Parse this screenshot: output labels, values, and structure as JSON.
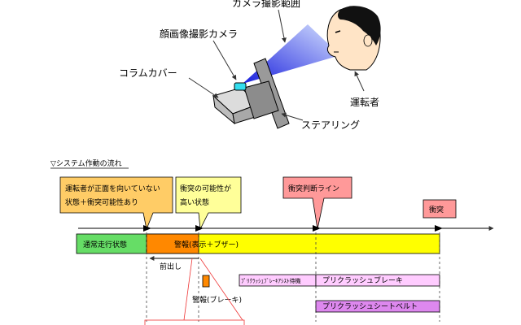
{
  "illustration": {
    "camera_range_label": "カメラ撮影範囲",
    "face_camera_label": "顔画像撮影カメラ",
    "column_cover_label": "コラムカバー",
    "driver_label": "運転者",
    "steering_label": "ステアリング"
  },
  "flow": {
    "title": "▽システム作動の流れ",
    "callouts": {
      "driver_not_facing": [
        "運転者が正面を向いていない",
        "状態＋衝突可能性あり"
      ],
      "collision_possible": [
        "衝突の可能性が",
        "高い状態"
      ],
      "collision_judgment_line": "衝突判断ライン",
      "collision": "衝突"
    },
    "bars": {
      "normal_driving": "通常走行状態",
      "warning": "警報(表示＋ブザー)",
      "brake_assist_standby": "ﾌﾟﾘｸﾗｯｼｭﾌﾞﾚｰｷｱｼｽﾄ待機",
      "precrash_brake": "プリクラッシュブレーキ",
      "precrash_seatbelt": "プリクラッシュシートベルト"
    },
    "annotations": {
      "advance": "前出し",
      "brake_warning": "警報(ブレーキ)"
    }
  },
  "colors": {
    "normal_bar": "#66dd66",
    "warning_bar": "#ffff00",
    "warning_orange": "#ff8800",
    "callout_orange": "#ffcc66",
    "callout_yellow": "#ffff99",
    "callout_red": "#ff9999",
    "pink_bar": "#ffccff",
    "magenta_bar": "#dd88ee",
    "beam_blue": "#2233ee",
    "camera_gray": "#999999"
  }
}
